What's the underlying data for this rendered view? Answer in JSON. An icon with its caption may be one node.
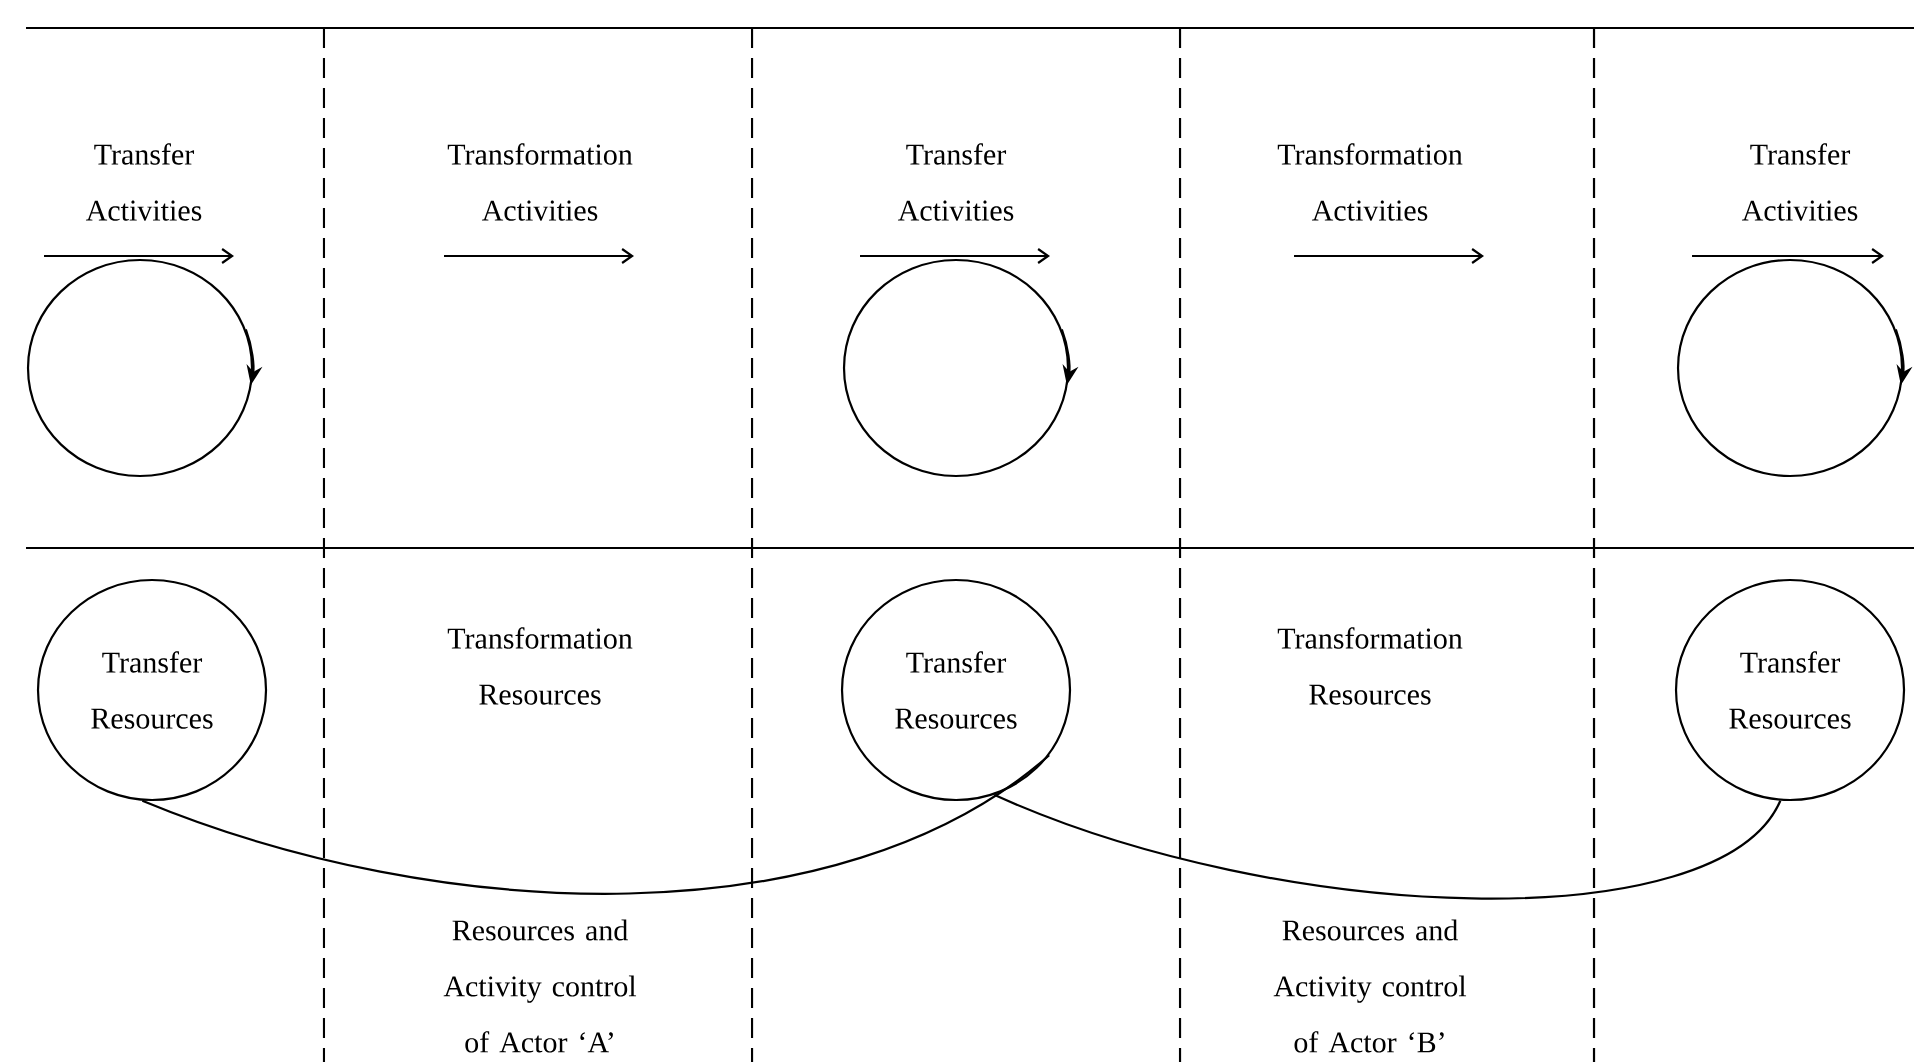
{
  "diagram": {
    "nodes": [
      {
        "text": [],
        "shape": "circle"
      },
      {
        "text": [],
        "shape": "circle"
      },
      {
        "text": [],
        "shape": "circle"
      },
      {
        "text": [
          "Transfer Resources"
        ]
      },
      {
        "text": [
          "Transfer Resources"
        ]
      },
      {
        "text": [
          "Transfer Resources"
        ]
      }
    ],
    "edges": [
      {
        "from": 3,
        "to": 4,
        "arrow": "none"
      },
      {
        "from": 4,
        "to": 5,
        "arrow": "none"
      }
    ],
    "labels": [
      "Transfer Activities",
      "Transformation Activities",
      "Transfer Activities",
      "Transformation Activities",
      "Transfer Activities",
      "Transformation Resources",
      "Transformation Resources",
      "Resources and Activity control of Actor ‘A’",
      "Resources and Activity control of Actor ‘B’"
    ]
  }
}
